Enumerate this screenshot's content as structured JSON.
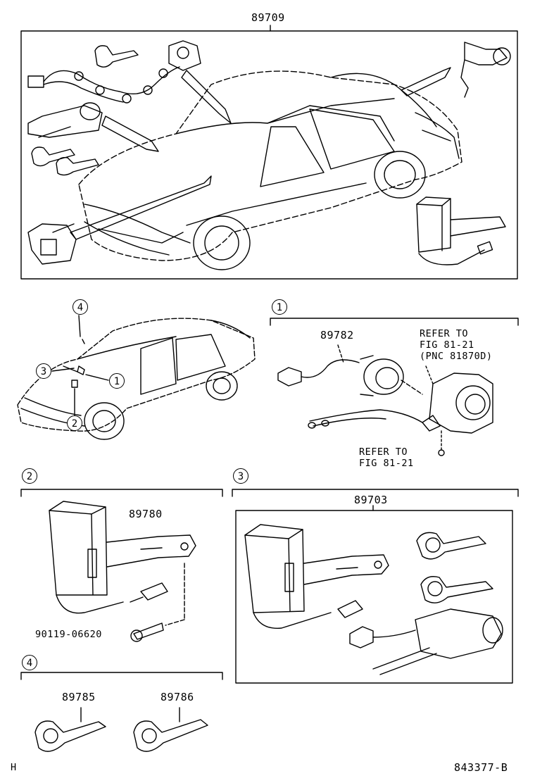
{
  "labels": {
    "top_part": "89709",
    "part_89782": "89782",
    "refer1_line1": "REFER TO",
    "refer1_line2": "FIG 81-21",
    "refer1_line3": "(PNC 81870D)",
    "refer2_line1": "REFER TO",
    "refer2_line2": "FIG 81-21",
    "part_89780": "89780",
    "bolt_part": "90119-06620",
    "part_89703": "89703",
    "part_89785": "89785",
    "part_89786": "89786",
    "corner_left": "H",
    "figure_code": "843377-B"
  },
  "callouts": {
    "c1": "1",
    "c2": "2",
    "c3": "3",
    "c4": "4",
    "sec1": "1",
    "sec2": "2",
    "sec3": "3",
    "sec4": "4"
  }
}
